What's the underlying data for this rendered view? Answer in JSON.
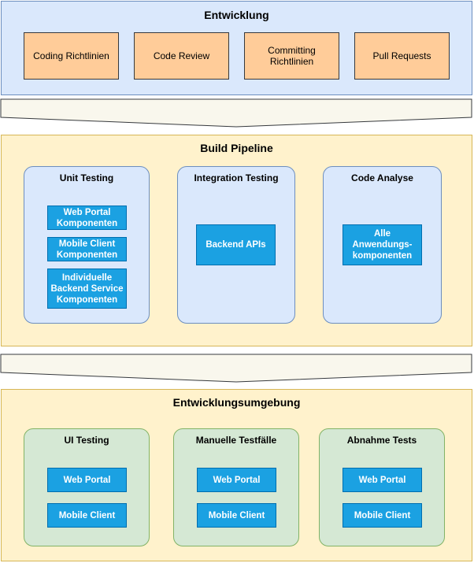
{
  "development": {
    "title": "Entwicklung",
    "items": [
      {
        "label": "Coding Richtlinien"
      },
      {
        "label": "Code Review"
      },
      {
        "label": "Committing Richtlinien"
      },
      {
        "label": "Pull Requests"
      }
    ]
  },
  "build_pipeline": {
    "title": "Build Pipeline",
    "panels": [
      {
        "title": "Unit Testing",
        "items": [
          {
            "label": "Web Portal Komponenten"
          },
          {
            "label": "Mobile Client Komponenten"
          },
          {
            "label": "Individuelle Backend Service Komponenten"
          }
        ]
      },
      {
        "title": "Integration Testing",
        "items": [
          {
            "label": "Backend APIs"
          }
        ]
      },
      {
        "title": "Code Analyse",
        "items": [
          {
            "label": "Alle Anwendungs-komponenten"
          }
        ]
      }
    ]
  },
  "environment": {
    "title": "Entwicklungsumgebung",
    "panels": [
      {
        "title": "UI Testing",
        "items": [
          {
            "label": "Web Portal"
          },
          {
            "label": "Mobile Client"
          }
        ]
      },
      {
        "title": "Manuelle Testfälle",
        "items": [
          {
            "label": "Web Portal"
          },
          {
            "label": "Mobile Client"
          }
        ]
      },
      {
        "title": "Abnahme Tests",
        "items": [
          {
            "label": "Web Portal"
          },
          {
            "label": "Mobile Client"
          }
        ]
      }
    ]
  },
  "colors": {
    "dev_fill": "#dae8fc",
    "stage_fill": "#fff2cc",
    "task_fill": "#ffcc99",
    "component_fill": "#1ba1e2",
    "env_panel_fill": "#d5e8d4",
    "arrow_fill": "#f9f7ed"
  }
}
